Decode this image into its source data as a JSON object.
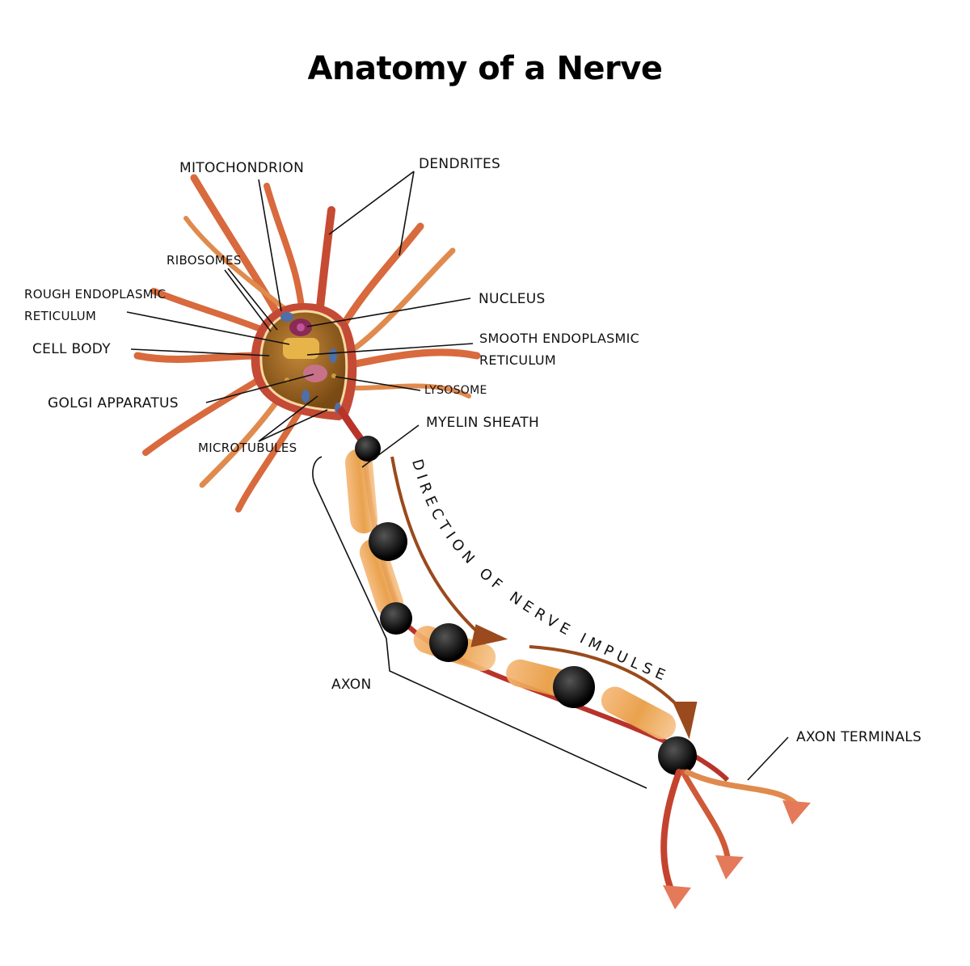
{
  "title": "Anatomy of a Nerve",
  "labels": {
    "mitochondrion": "MITOCHONDRION",
    "dendrites": "DENDRITES",
    "ribosomes": "RIBOSOMES",
    "rough_er_line1": "ROUGH ENDOPLASMIC",
    "rough_er_line2": "RETICULUM",
    "nucleus": "NUCLEUS",
    "cell_body": "CELL BODY",
    "smooth_er_line1": "SMOOTH ENDOPLASMIC",
    "smooth_er_line2": "RETICULUM",
    "lysosome": "LYSOSOME",
    "golgi": "GOLGI APPARATUS",
    "myelin_sheath": "MYELIN SHEATH",
    "microtubules": "MICROTUBULES",
    "axon": "AXON",
    "axon_terminals": "AXON TERMINALS"
  },
  "impulse_text": "DIRECTION OF NERVE IMPULSE",
  "colors": {
    "dendrite_dark": "#b8332a",
    "dendrite_light": "#e8894a",
    "cell_body_fill": "#a86c24",
    "myelin": "#f2b26a",
    "node": "#111111",
    "arrow": "#9a4a1c"
  }
}
